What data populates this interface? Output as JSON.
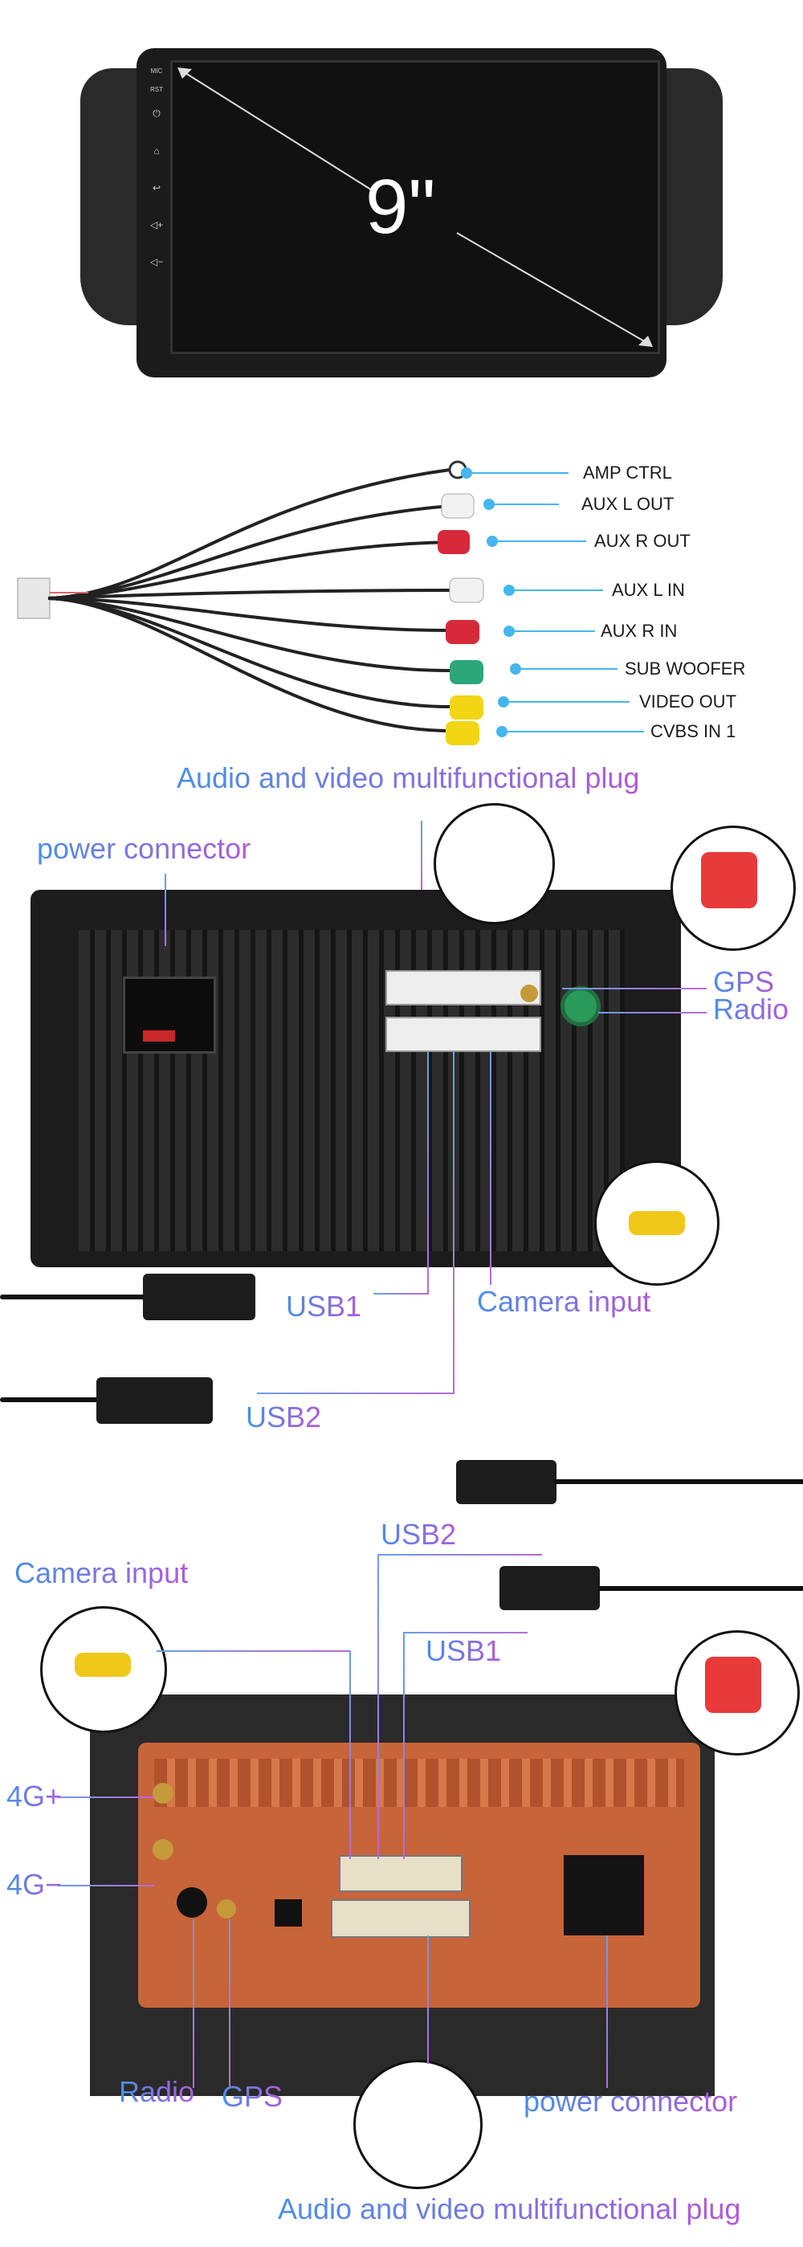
{
  "section1": {
    "screen_size_label": "9\"",
    "side_buttons": [
      "MIC",
      "RST",
      "⏻",
      "⌂",
      "↩",
      "◁+",
      "◁−"
    ]
  },
  "section2": {
    "callouts": [
      "AMP CTRL",
      "AUX L OUT",
      "AUX R OUT",
      "AUX L IN",
      "AUX R IN",
      "SUB WOOFER",
      "VIDEO OUT",
      "CVBS IN 1"
    ],
    "caption": "Audio and video multifunctional plug"
  },
  "section3": {
    "power_connector": "power connector",
    "gps": "GPS",
    "radio": "Radio",
    "usb1": "USB1",
    "usb2": "USB2",
    "camera_input": "Camera input"
  },
  "section4": {
    "camera_input": "Camera input",
    "usb2": "USB2",
    "usb1": "USB1",
    "fourg_plus": "4G+",
    "fourg_minus": "4G−",
    "radio": "Radio",
    "gps": "GPS",
    "power_connector": "power connector",
    "caption": "Audio and video multifunctional plug"
  },
  "colors": {
    "callout_blue": "#45b6ee",
    "label_gradient_start": "#4a8fe8",
    "label_gradient_end": "#b05ad8",
    "copper": "#c8643a"
  }
}
